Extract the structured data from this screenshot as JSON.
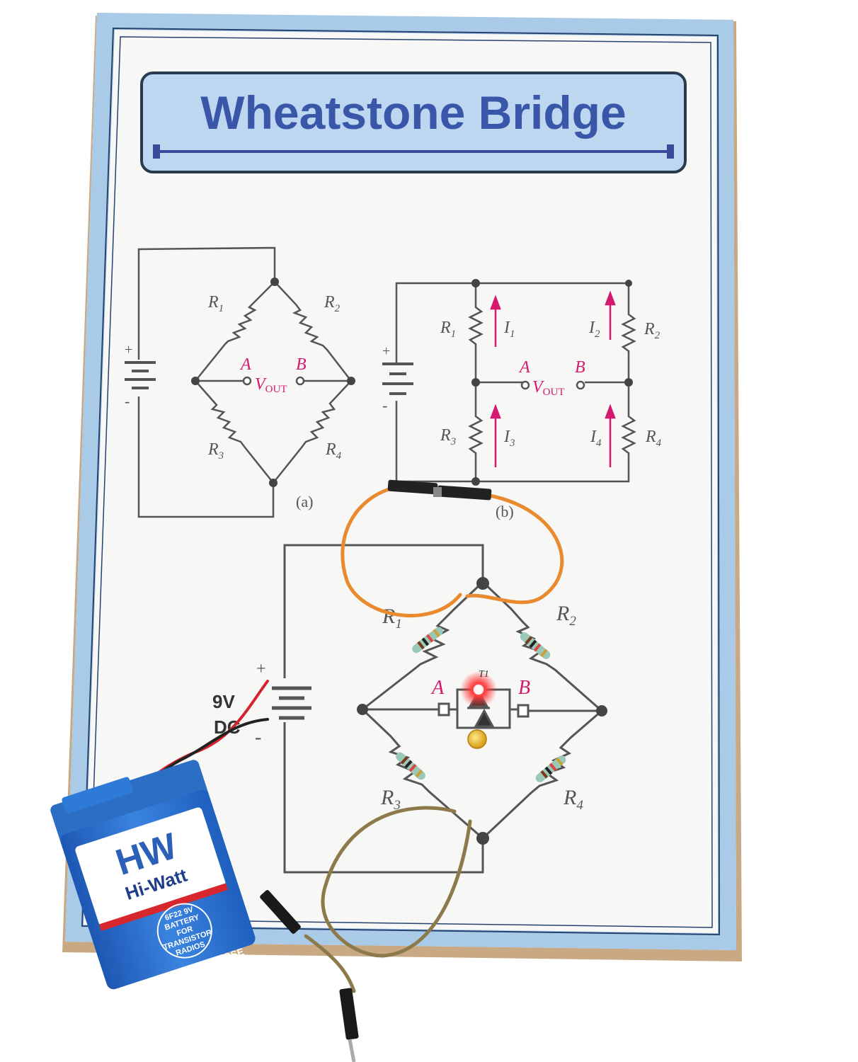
{
  "poster": {
    "title": "Wheatstone Bridge",
    "colors": {
      "border_blue": "#a9cbe8",
      "title_fill": "#bcd7ef",
      "title_text": "#3a56a8",
      "magenta": "#d6196e",
      "ink": "#555555"
    }
  },
  "diagram_a": {
    "caption": "(a)",
    "labels": {
      "r1": "R",
      "r1_sub": "1",
      "r2": "R",
      "r2_sub": "2",
      "r3": "R",
      "r3_sub": "3",
      "r4": "R",
      "r4_sub": "4",
      "a": "A",
      "b": "B",
      "vout": "V",
      "vout_sub": "OUT",
      "plus": "+",
      "minus": "-"
    }
  },
  "diagram_b": {
    "caption": "(b)",
    "labels": {
      "r1": "R",
      "r1_sub": "1",
      "r2": "R",
      "r2_sub": "2",
      "r3": "R",
      "r3_sub": "3",
      "r4": "R",
      "r4_sub": "4",
      "i1": "I",
      "i1_sub": "1",
      "i2": "I",
      "i2_sub": "2",
      "i3": "I",
      "i3_sub": "3",
      "i4": "I",
      "i4_sub": "4",
      "a": "A",
      "b": "B",
      "vout": "V",
      "vout_sub": "OUT",
      "plus": "+",
      "minus": "-"
    }
  },
  "diagram_c": {
    "labels": {
      "r1": "R",
      "r1_sub": "1",
      "r2": "R",
      "r2_sub": "2",
      "r3": "R",
      "r3_sub": "3",
      "r4": "R",
      "r4_sub": "4",
      "a": "A",
      "b": "B",
      "plus": "+",
      "minus": "-",
      "voltage": "9V",
      "dc": "DC",
      "led": "T1"
    }
  },
  "battery": {
    "logo": "HW",
    "brand": "Hi-Watt",
    "model_lines": [
      "6F22 9V",
      "BATTERY",
      "FOR",
      "TRANSISTOR",
      "RADIOS"
    ],
    "purpose": "GENERAL PURPOSE",
    "colors": {
      "body": "#2c6fd0",
      "label": "#ffffff",
      "stripe": "#d7262e"
    }
  }
}
